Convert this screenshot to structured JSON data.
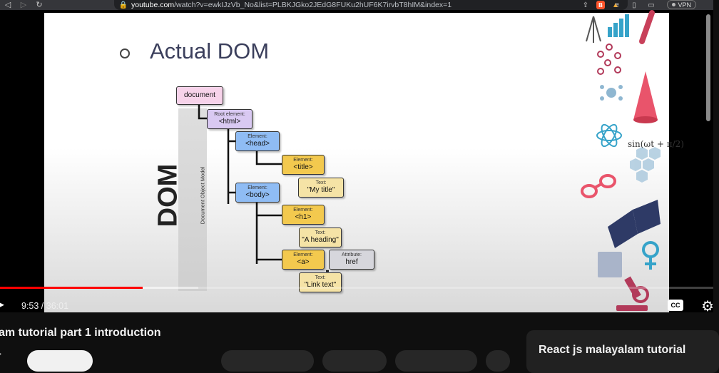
{
  "browser": {
    "url_domain": "youtube.com",
    "url_path": "/watch?v=ewkIJzVb_No&list=PLBKJGko2JEdG8FUKu2hUF6K7irvbT8hIM&index=1",
    "vpn_label": "VPN",
    "brave_badge": "B"
  },
  "slide": {
    "heading": "Actual DOM",
    "side_title": "DOM",
    "side_subtitle": "Document Object Model",
    "nodes": {
      "document": {
        "value": "document"
      },
      "html": {
        "tag": "Root element:",
        "value": "<html>"
      },
      "head": {
        "tag": "Element:",
        "value": "<head>"
      },
      "title": {
        "tag": "Element:",
        "value": "<title>"
      },
      "title_text": {
        "tag": "Text:",
        "value": "\"My title\""
      },
      "body": {
        "tag": "Element:",
        "value": "<body>"
      },
      "h1": {
        "tag": "Element:",
        "value": "<h1>"
      },
      "h1_text": {
        "tag": "Text:",
        "value": "\"A heading\""
      },
      "a": {
        "tag": "Element:",
        "value": "<a>"
      },
      "attr": {
        "tag": "Attribute:",
        "value": "href"
      },
      "a_text": {
        "tag": "Text:",
        "value": "\"Link text\""
      }
    },
    "formula": "sin(ωt + π/2)"
  },
  "player": {
    "current_time": "9:53",
    "duration": "36:01",
    "time_display": "9:53 / 36:01",
    "played_fraction": 0.2,
    "buffered_fraction": 0.278,
    "cc_label": "CC"
  },
  "below": {
    "video_title_fragment": "am tutorial part 1 introduction",
    "channel_fragment": "r",
    "side_video_title": "React js malayalam tutorial"
  },
  "colors": {
    "progress": "#ff0000",
    "node_pink": "#f7d3ea",
    "node_violet": "#d9c9f2",
    "node_blue": "#8fbcf4",
    "node_yellow": "#f3c94e",
    "node_cream": "#f5e3a6"
  }
}
